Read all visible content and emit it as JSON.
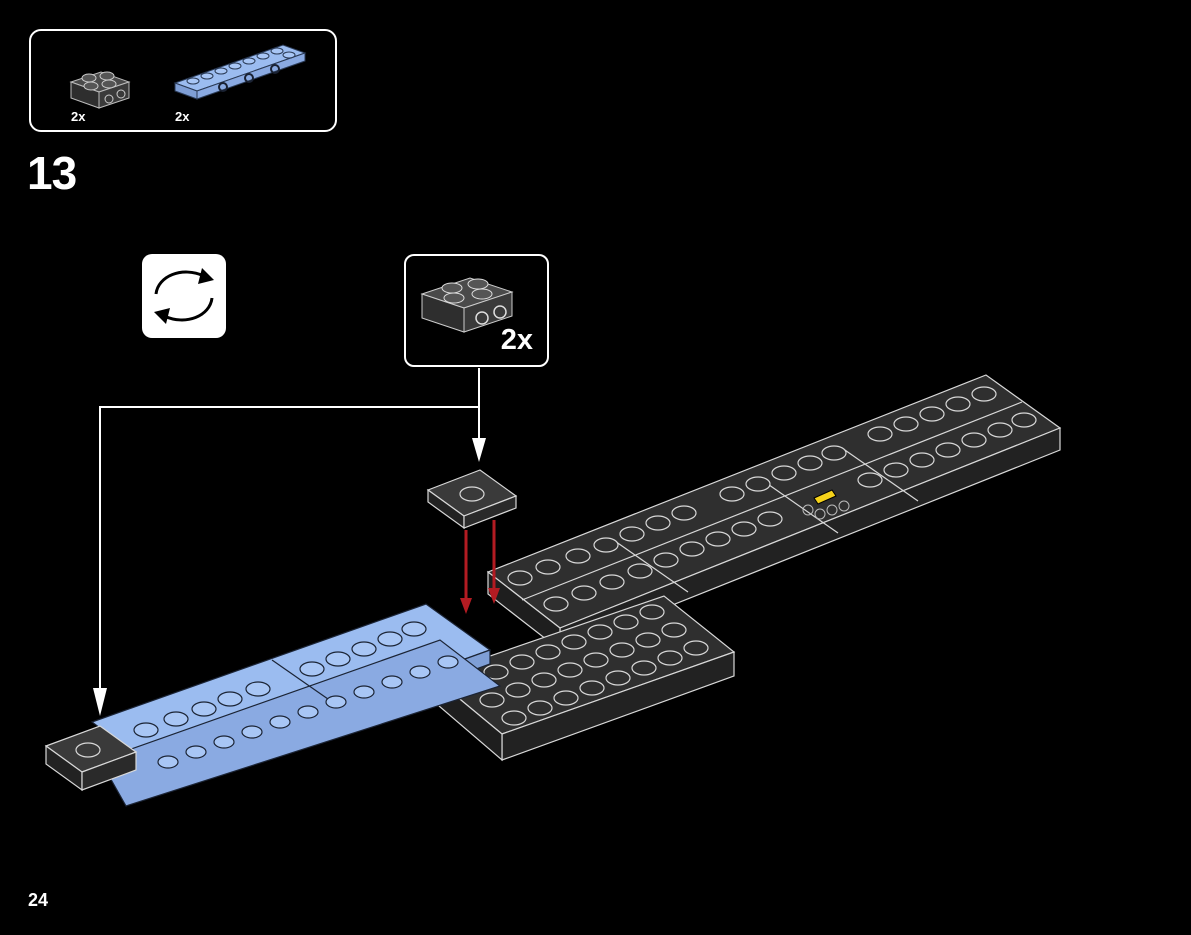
{
  "parts_list": {
    "items": [
      {
        "qty": "2x",
        "icon": "dark-gray-plate-bracket-icon",
        "color": "#3a3a3a"
      },
      {
        "qty": "2x",
        "icon": "light-blue-plate-2x8-icon",
        "color": "#9bbcf0"
      }
    ]
  },
  "step": {
    "number": "13"
  },
  "rotate_icon": "rotate-model-icon",
  "callout": {
    "qty": "2x",
    "icon": "dark-gray-plate-bracket-icon"
  },
  "page": {
    "number": "24"
  },
  "colors": {
    "dark_gray": "#3a3a3a",
    "light_blue": "#9bbcf0",
    "arrow_red": "#b31b22",
    "line_white": "#ffffff",
    "highlight_yellow": "#f5d21a"
  }
}
